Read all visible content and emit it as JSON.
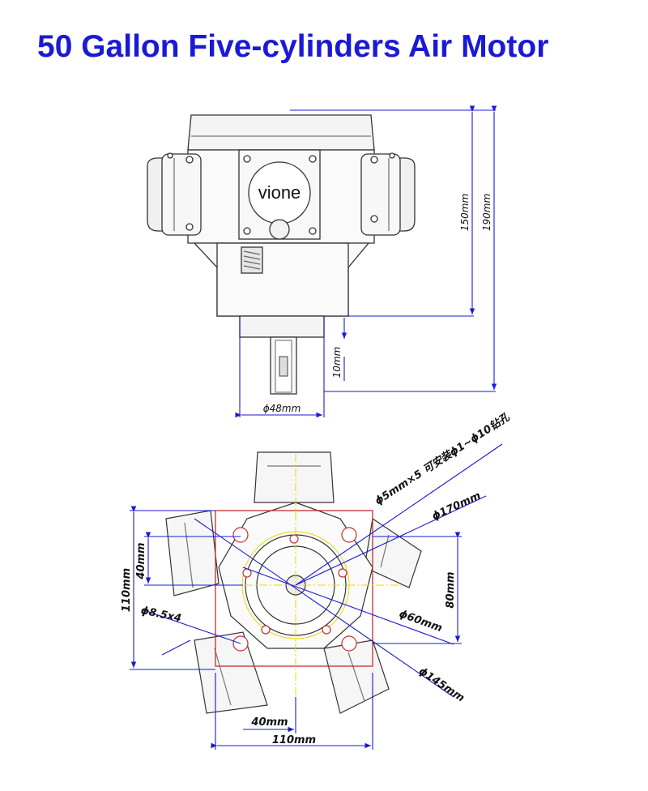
{
  "title": "50 Gallon Five-cylinders Air Motor",
  "brand": "vione",
  "side_view": {
    "dim_150": "150mm",
    "dim_190": "190mm",
    "dim_10": "10mm",
    "dim_48": "ϕ48mm"
  },
  "top_view": {
    "dim_holes": "ϕ5mm×5 可安装ϕ1~ϕ10钻孔",
    "dim_170": "ϕ170mm",
    "dim_60": "ϕ60mm",
    "dim_145": "ϕ145mm",
    "dim_85": "ϕ8.5x4",
    "dim_110_left": "110mm",
    "dim_40_left": "40mm",
    "dim_80": "80mm",
    "dim_40_bottom": "40mm",
    "dim_110_bottom": "110mm"
  },
  "colors": {
    "title": "#1a1ad6",
    "dimension_lines": "#1a1ad6",
    "frame": "#c03030",
    "centerline": "#e8d800"
  }
}
